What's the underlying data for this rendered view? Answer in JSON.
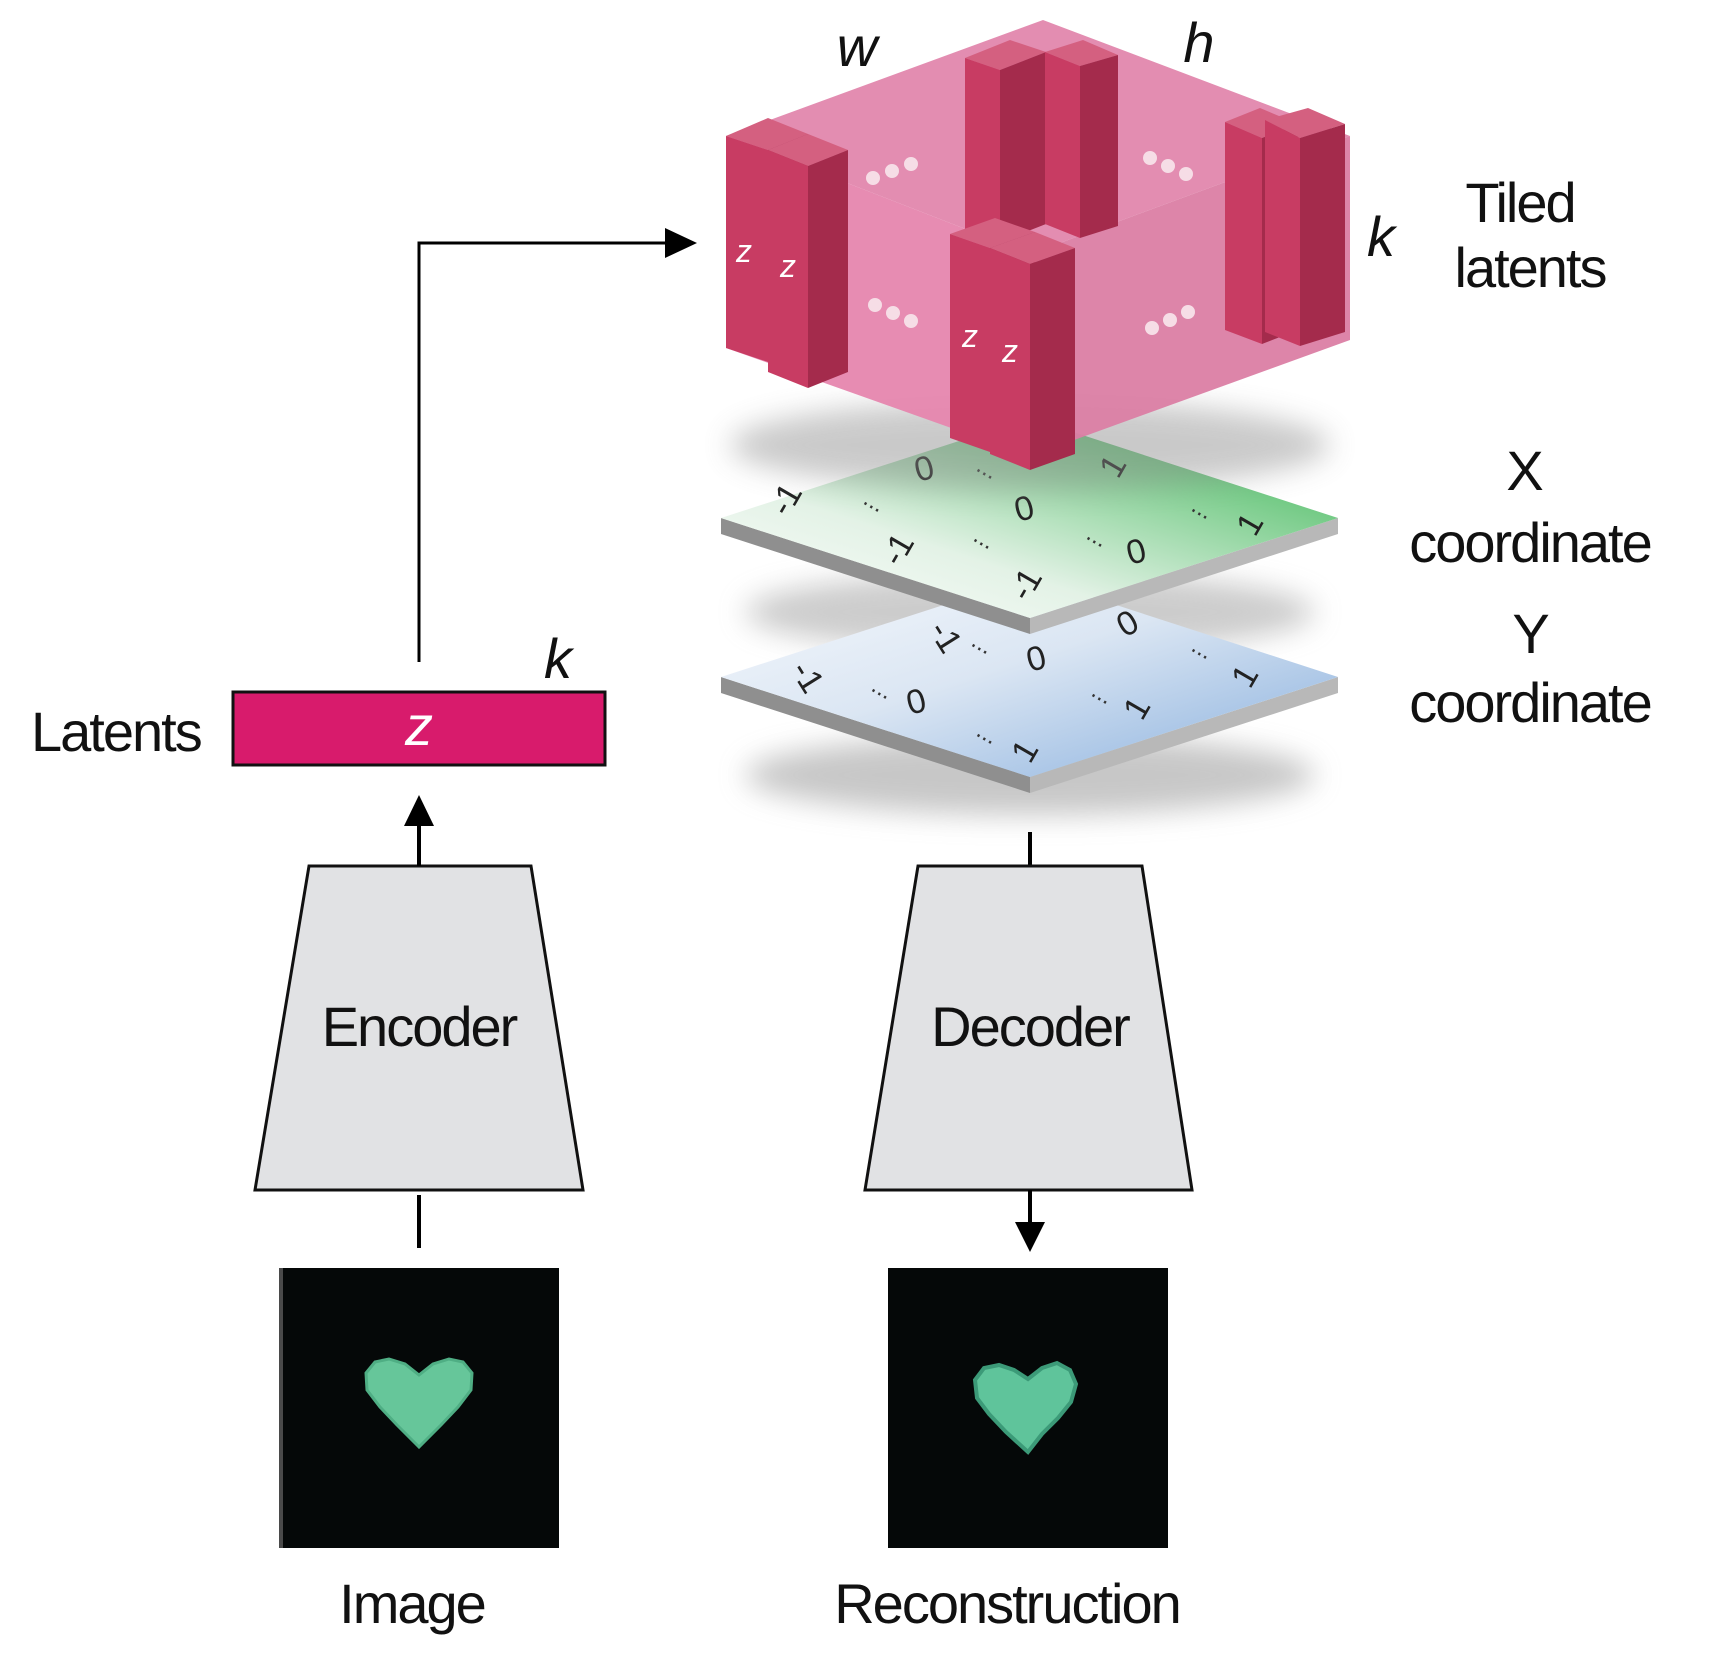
{
  "colors": {
    "latent_bar": "#D81B6C",
    "tiled_face": "#E283AB",
    "tiled_column_front": "#C83C63",
    "tiled_column_side": "#A42B4C",
    "block_fill": "#E1E2E4",
    "image_bg": "#050808",
    "heart": "#66C69A",
    "x_plane_color": "#2FB24A",
    "y_plane_color": "#86AEDD"
  },
  "labels": {
    "latents": "Latents",
    "latent_z": "z",
    "latent_k": "k",
    "encoder": "Encoder",
    "decoder": "Decoder",
    "image": "Image",
    "reconstruction": "Reconstruction",
    "tiled_latents_line1": "Tiled",
    "tiled_latents_line2": "latents",
    "dim_w": "w",
    "dim_h": "h",
    "dim_k": "k",
    "x_coord_line1": "X",
    "x_coord_line2": "coordinate",
    "y_coord_line1": "Y",
    "y_coord_line2": "coordinate"
  },
  "tiled_column_label": "z",
  "x_plane_values": [
    "0",
    "1",
    "-1",
    "0",
    "1",
    "-1",
    "0",
    "-1"
  ],
  "y_plane_values": [
    "-1",
    "0",
    "-1",
    "0",
    "1",
    "0",
    "1",
    "1"
  ],
  "ellipsis": "..."
}
